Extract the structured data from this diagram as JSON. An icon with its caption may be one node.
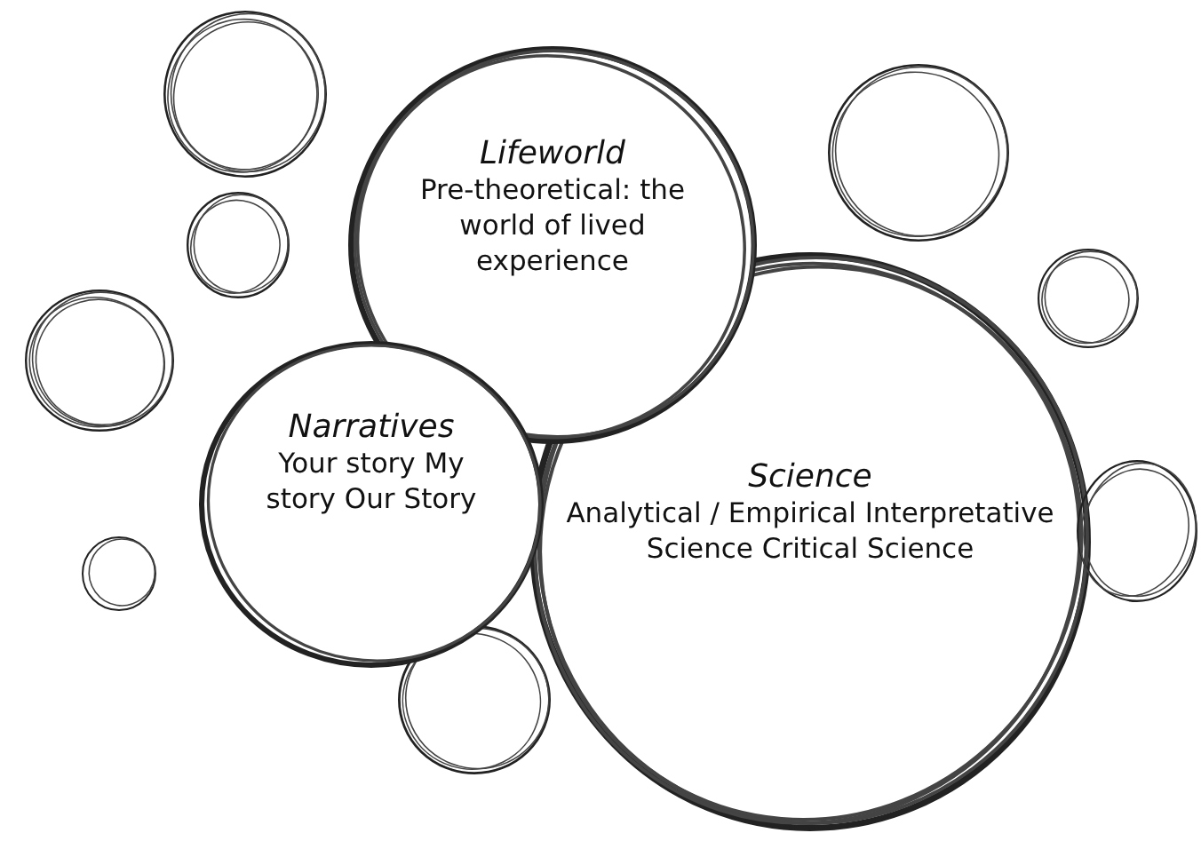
{
  "diagram": {
    "nodes": [
      {
        "text": [
          "Lifeworld",
          "Pre-theoretical: the world of lived experience"
        ]
      },
      {
        "text": [
          "Narratives",
          "Your story My story Our Story"
        ]
      },
      {
        "text": [
          "Science",
          "Analytical / Empirical Interpretative Science Critical Science"
        ]
      },
      {
        "text": [],
        "shape": "circle"
      },
      {
        "text": [],
        "shape": "circle"
      },
      {
        "text": [],
        "shape": "circle"
      },
      {
        "text": [],
        "shape": "circle"
      },
      {
        "text": [],
        "shape": "circle"
      },
      {
        "text": [],
        "shape": "circle"
      },
      {
        "text": [],
        "shape": "circle"
      },
      {
        "text": [],
        "shape": "circle"
      }
    ]
  }
}
